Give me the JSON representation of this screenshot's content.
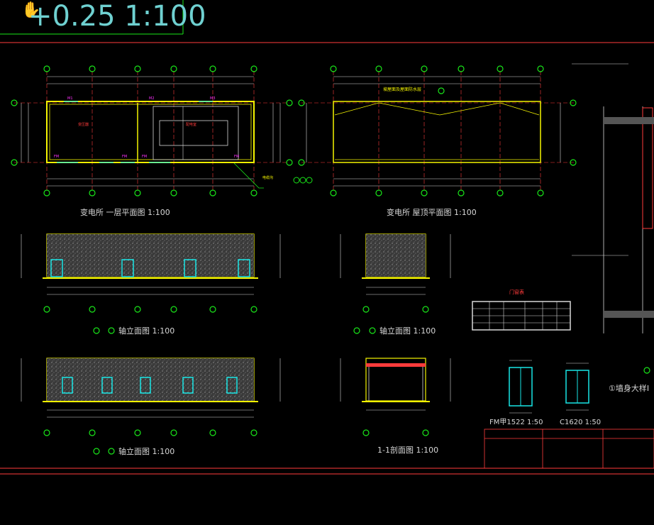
{
  "scale_readout": "+0.25 1:100",
  "cursor_icon": "hand-cursor-icon",
  "colors": {
    "background": "#000000",
    "red": "#ff3b3b",
    "green": "#19e619",
    "yellow": "#f5f500",
    "cyan": "#19e6e6",
    "magenta": "#ff33ff",
    "text": "#d8d8d8"
  },
  "drawings": {
    "floor_plan": "变电所 一层平面图 1:100",
    "roof_plan": "变电所 屋顶平面图 1:100",
    "elev1": "轴立面图 1:100",
    "elev2": "轴立面图 1:100",
    "elev3": "轴立面图 1:100",
    "section": "1-1剖面图 1:100",
    "door_detail": "FM甲1522 1:50",
    "window_detail": "C1620 1:50",
    "wall_detail": "①墙身大样I",
    "door_table_title": "门窗表"
  }
}
